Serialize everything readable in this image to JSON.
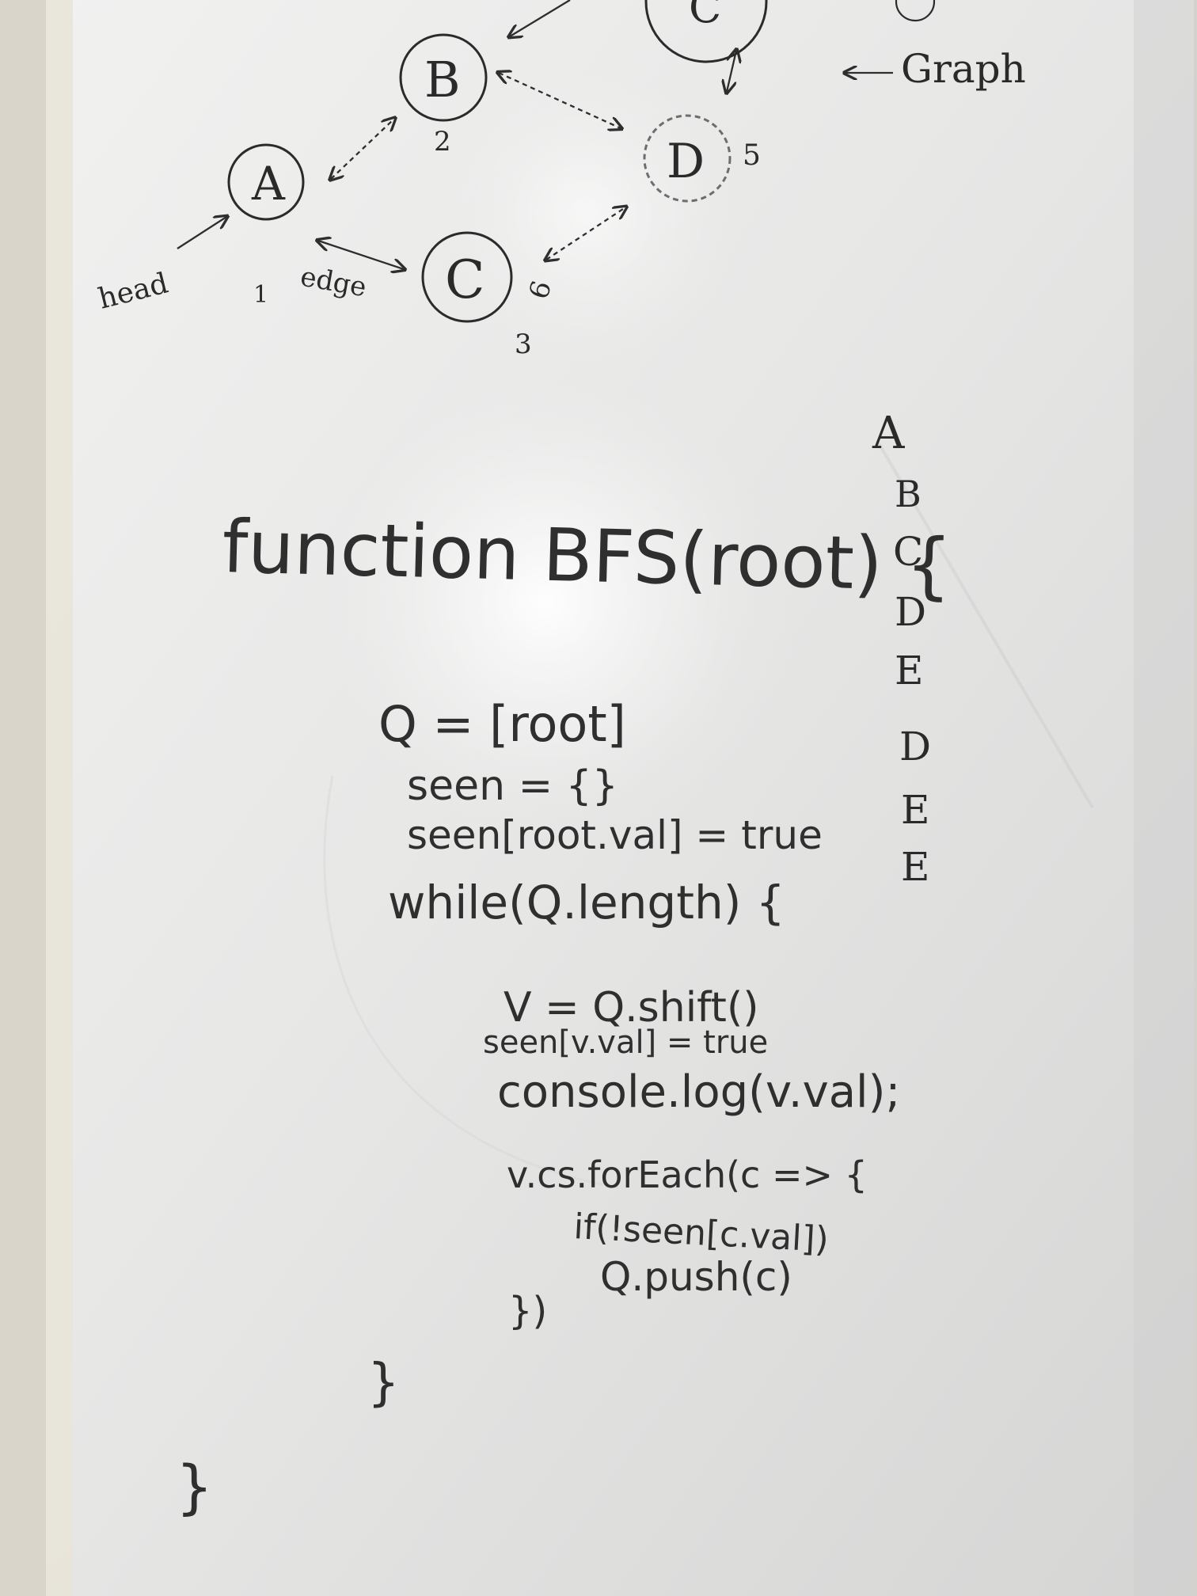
{
  "diagram": {
    "nodes": [
      {
        "id": "A",
        "label": "A",
        "number": "1"
      },
      {
        "id": "B",
        "label": "B",
        "number": "2"
      },
      {
        "id": "C",
        "label": "C",
        "number": "3"
      },
      {
        "id": "D",
        "label": "D",
        "number": "5"
      },
      {
        "id": "E",
        "label": "C",
        "number": ""
      }
    ],
    "edges": [
      {
        "from": "A",
        "to": "B"
      },
      {
        "from": "A",
        "to": "C"
      },
      {
        "from": "B",
        "to": "D"
      },
      {
        "from": "C",
        "to": "D"
      },
      {
        "from": "B",
        "to": "E"
      },
      {
        "from": "D",
        "to": "E"
      }
    ],
    "labels": {
      "head": "head",
      "edge": "edge",
      "graph": "Graph",
      "num_c_side": "6"
    }
  },
  "traversal_order": [
    "A",
    "B",
    "C",
    "D",
    "E",
    "D",
    "E",
    "E"
  ],
  "code": {
    "line1": "function BFS(root) {",
    "line2": "Q = [root]",
    "line3": "seen = {}",
    "line4": "seen[root.val] = true",
    "line5": "while(Q.length) {",
    "line6": "V = Q.shift()",
    "line7": "seen[v.val] = true",
    "line8": "console.log(v.val);",
    "line9": "v.cs.forEach(c => {",
    "line10": "if(!seen[c.val])",
    "line11": "Q.push(c)",
    "line12": "})",
    "line13": "}",
    "line14": "}"
  }
}
